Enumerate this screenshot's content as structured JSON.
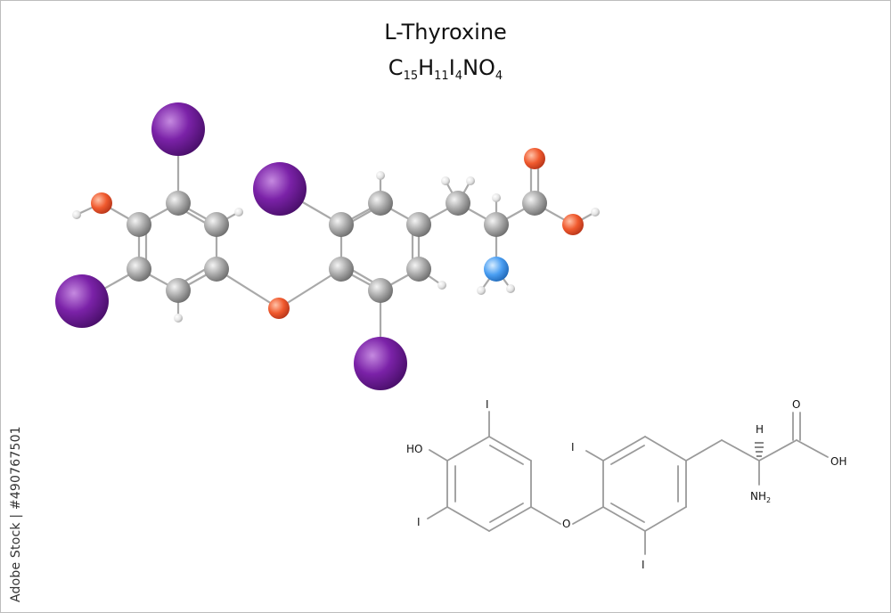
{
  "title": "L-Thyroxine",
  "formula": {
    "C": "C",
    "C_n": "15",
    "H": "H",
    "H_n": "11",
    "I": "I",
    "I_n": "4",
    "N": "N",
    "O": "O",
    "O_n": "4"
  },
  "credit": "Adobe Stock | #490767501",
  "structure_labels": {
    "iodine": "I",
    "hydroxyl": "HO",
    "ether_oxygen": "O",
    "carbonyl_oxygen": "O",
    "acid_hydroxyl": "OH",
    "stereo_h": "H",
    "amine": "NH",
    "amine_sub": "2"
  },
  "colors": {
    "carbon": "#a8a8a8",
    "iodine": "#7b22a8",
    "oxygen": "#f05a2e",
    "nitrogen": "#4a9ef2",
    "hydrogen": "#e4e4e4",
    "bond": "#a9a9a9"
  }
}
